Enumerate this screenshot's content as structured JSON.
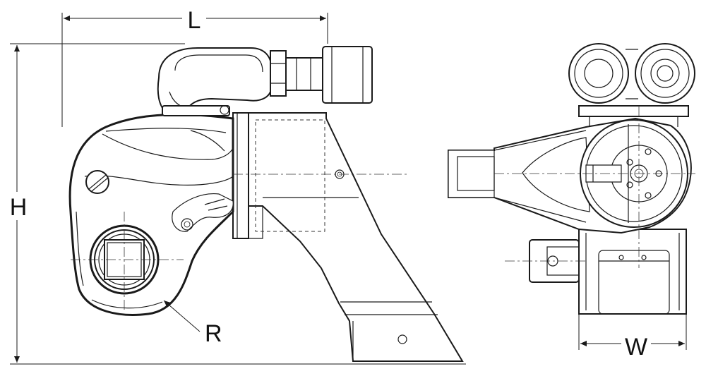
{
  "labels": {
    "length": "L",
    "height": "H",
    "radius": "R",
    "width": "W"
  },
  "colors": {
    "ink": "#1a1a1a",
    "background": "#ffffff"
  }
}
